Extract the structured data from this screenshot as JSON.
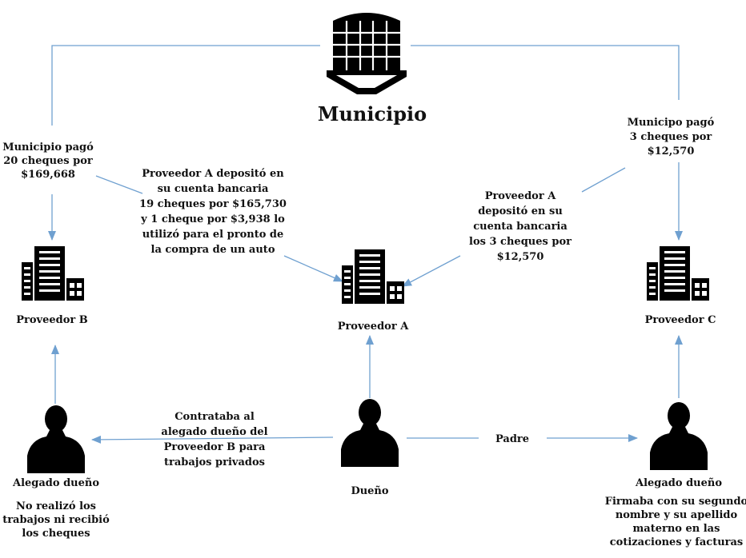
{
  "title": "Municipio",
  "colors": {
    "line": "#6FA0D0",
    "icon": "#000000",
    "text": "#111111"
  },
  "nodes": {
    "municipio": {
      "icon": "municipal-building-icon",
      "label": "Municipio"
    },
    "proveedor_a": {
      "icon": "office-building-icon",
      "label": "Proveedor A"
    },
    "proveedor_b": {
      "icon": "office-building-icon",
      "label": "Proveedor B"
    },
    "proveedor_c": {
      "icon": "office-building-icon",
      "label": "Proveedor C"
    },
    "dueno": {
      "icon": "person-icon",
      "label": "Dueño"
    },
    "alegado_b": {
      "icon": "person-icon",
      "label": "Alegado dueño",
      "note": [
        "No realizó los",
        "trabajos ni recibió",
        "los cheques"
      ]
    },
    "alegado_c": {
      "icon": "person-icon",
      "label": "Alegado dueño",
      "note": [
        "Firmaba con su segundo",
        "nombre y su apellido",
        "materno en las",
        "cotizaciones y facturas"
      ]
    }
  },
  "edges": {
    "municipio_to_b": [
      "Municipio pagó",
      "20 cheques por",
      "$169,668"
    ],
    "municipio_to_c": [
      "Municipo pagó",
      "3 cheques por",
      "$12,570"
    ],
    "b_to_a": [
      "Proveedor A depositó en",
      "su cuenta bancaria",
      "19 cheques por $165,730",
      "y 1 cheque por $3,938 lo",
      "utilizó para el pronto de",
      "la compra de un auto"
    ],
    "c_to_a": [
      "Proveedor A",
      "depositó en su",
      "cuenta bancaria",
      "los 3 cheques por",
      "$12,570"
    ],
    "dueno_to_alegado_b": [
      "Contrataba al",
      "alegado dueño del",
      "Proveedor B para",
      "trabajos privados"
    ],
    "dueno_to_alegado_c": [
      "Padre"
    ]
  }
}
